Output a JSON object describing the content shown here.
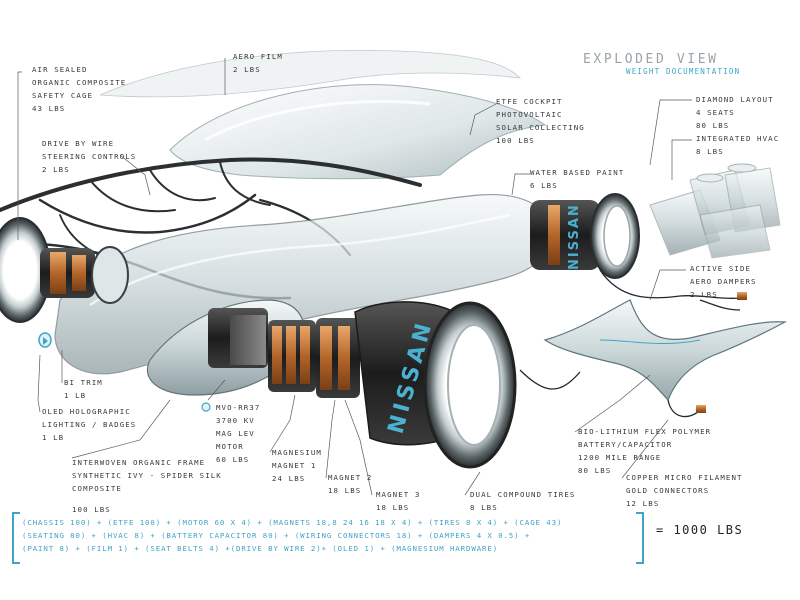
{
  "header": {
    "title": "EXPLODED VIEW",
    "subtitle": "WEIGHT DOCUMENTATION"
  },
  "labels": {
    "air_sealed": [
      "AIR SEALED",
      "ORGANIC COMPOSITE",
      "SAFETY CAGE",
      "43 LBS"
    ],
    "aero_film": [
      "AERO FILM",
      "2 LBS"
    ],
    "etfe_cockpit": [
      "ETFE COCKPIT",
      "PHOTOVOLTAIC",
      "SOLAR COLLECTING",
      "100 LBS"
    ],
    "diamond_layout": [
      "DIAMOND LAYOUT",
      "4 SEATS",
      "80 LBS"
    ],
    "integrated_hvac": [
      "INTEGRATED HVAC",
      "8 LBS"
    ],
    "drive_by_wire": [
      "DRIVE BY WIRE",
      "STEERING CONTROLS",
      "2 LBS"
    ],
    "water_paint": [
      "WATER BASED PAINT",
      "6 LBS"
    ],
    "active_dampers": [
      "ACTIVE SIDE",
      "AERO DAMPERS",
      "2 LBS"
    ],
    "bi_trim": [
      "BI TRIM",
      "1 LB"
    ],
    "oled": [
      "OLED HOLOGRAPHIC",
      "LIGHTING / BADGES",
      "1 LB"
    ],
    "mvo_motor": [
      "MVO-RR37",
      "3700 KV",
      "MAG LEV",
      "MOTOR",
      "60 LBS"
    ],
    "magnesium": [
      "MAGNESIUM",
      "MAGNET 1",
      "24 LBS"
    ],
    "magnet2": [
      "MAGNET 2",
      "18 LBS"
    ],
    "magnet3": [
      "MAGNET 3",
      "18 LBS"
    ],
    "frame": [
      "INTERWOVEN ORGANIC FRAME",
      "SYNTHETIC IVY - SPIDER SILK",
      "COMPOSITE",
      "100 LBS"
    ],
    "tires": [
      "DUAL COMPOUND TIRES",
      "8 LBS"
    ],
    "battery": [
      "BIO-LITHIUM FLEX POLYMER",
      "BATTERY/CAPACITOR",
      "1200 MILE RANGE",
      "80 LBS"
    ],
    "copper": [
      "COPPER MICRO FILAMENT",
      "GOLD CONNECTORS",
      "12 LBS"
    ]
  },
  "brand": {
    "text": "NISSAN"
  },
  "formula": {
    "line1": "(CHASSIS 100) + (ETFE 100) + (MOTOR 60 X 4) + (MAGNETS 18,8 24 16 18 X 4) + (TIRES 8 X 4) + (CAGE 43)",
    "line2": "(SEATING 80) + (HVAC 8) + (BATTERY CAPACITOR 80) + (WIRING CONNECTORS 18) + (DAMPERS 4 X 0.5) +",
    "line3": "(PAINT 8) + (FILM 1) + (SEAT BELTS 4) +(DRIVE BY WIRE 2)+ (OLED 1) + (MAGNESIUM HARDWARE)",
    "total": "= 1000 LBS"
  },
  "colors": {
    "accent": "#43a3c6",
    "copper": "#c77a3a",
    "dark": "#222222",
    "glass": "#d9e4e6"
  }
}
